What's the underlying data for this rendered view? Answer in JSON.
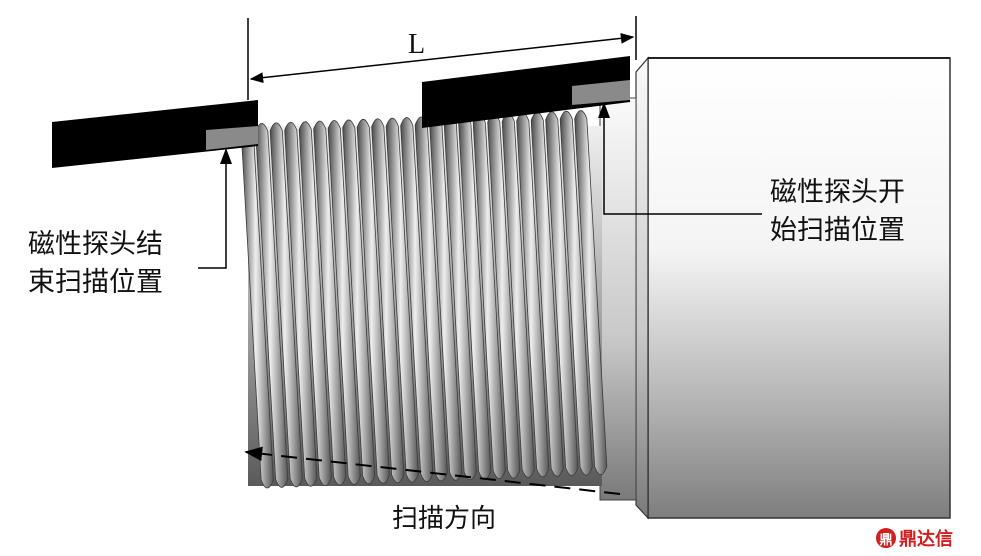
{
  "labels": {
    "end_line1": "磁性探头结",
    "end_line2": "束扫描位置",
    "start_line1": "磁性探头开",
    "start_line2": "始扫描位置",
    "dimension": "L",
    "scan_direction": "扫描方向"
  },
  "watermark": {
    "mark": "鼎",
    "text": "鼎达信"
  },
  "colors": {
    "probe_body": "#000000",
    "probe_sensor": "#8a8a8a",
    "thread_light": "#d8d8d8",
    "thread_dark": "#555555",
    "shaft_light": "#ffffff",
    "shaft_dark": "#8c8c8c",
    "watermark": "#d11f1f"
  },
  "thread": {
    "turn_count": 24
  }
}
